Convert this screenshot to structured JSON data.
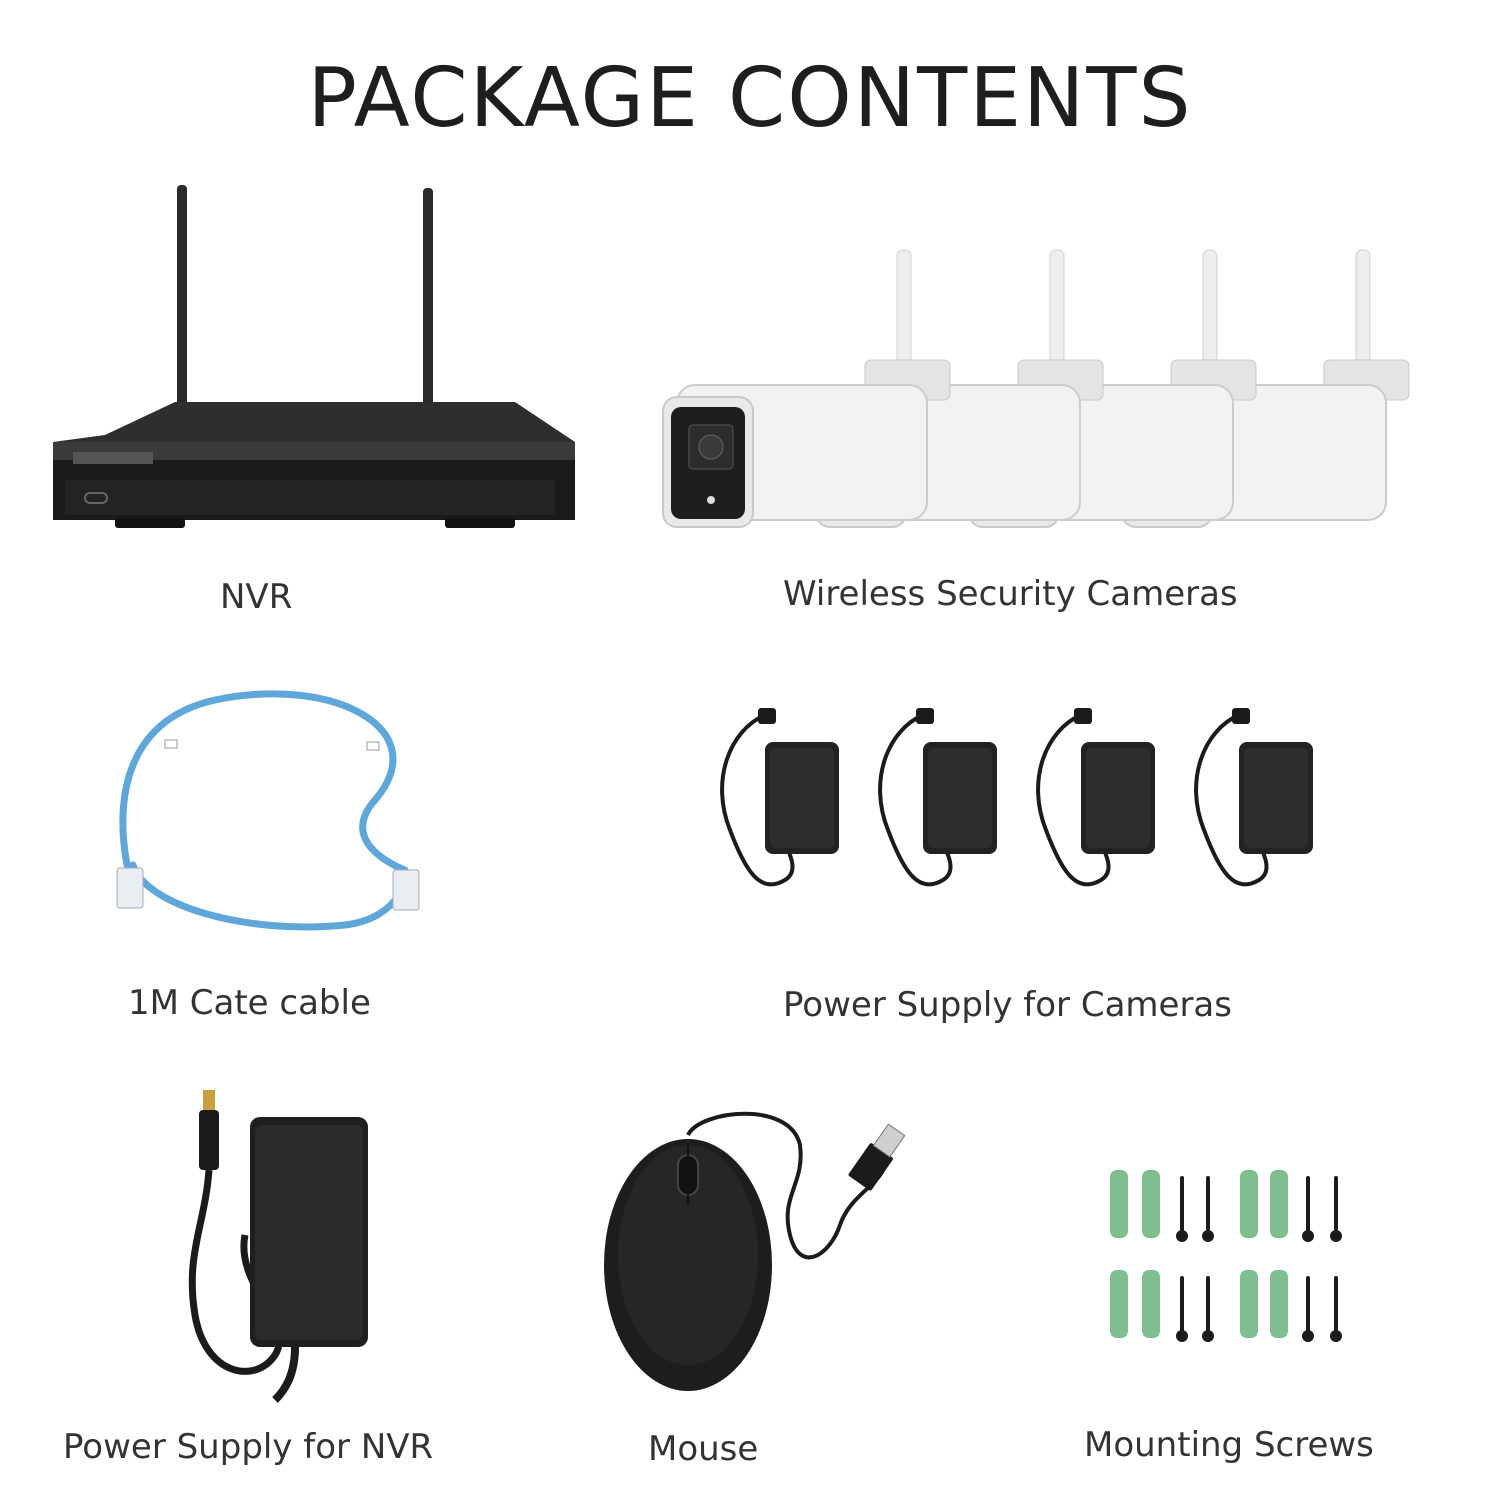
{
  "title": "PACKAGE CONTENTS",
  "items": [
    {
      "id": "nvr",
      "label": "NVR",
      "quantity": 1
    },
    {
      "id": "cameras",
      "label": "Wireless Security Cameras",
      "quantity": 4
    },
    {
      "id": "cable",
      "label": "1M Cate cable",
      "quantity": 1
    },
    {
      "id": "camera-power",
      "label": "Power Supply for Cameras",
      "quantity": 4
    },
    {
      "id": "nvr-power",
      "label": "Power Supply for NVR",
      "quantity": 1
    },
    {
      "id": "mouse",
      "label": "Mouse",
      "quantity": 1
    },
    {
      "id": "screws",
      "label": "Mounting Screws"
    }
  ],
  "colors": {
    "background": "#ffffff",
    "text": "#333333",
    "device_black": "#1c1c1c",
    "camera_white": "#f2f2f2",
    "cable_blue": "#5fa6d9",
    "anchor_green": "#7fbf8f"
  }
}
